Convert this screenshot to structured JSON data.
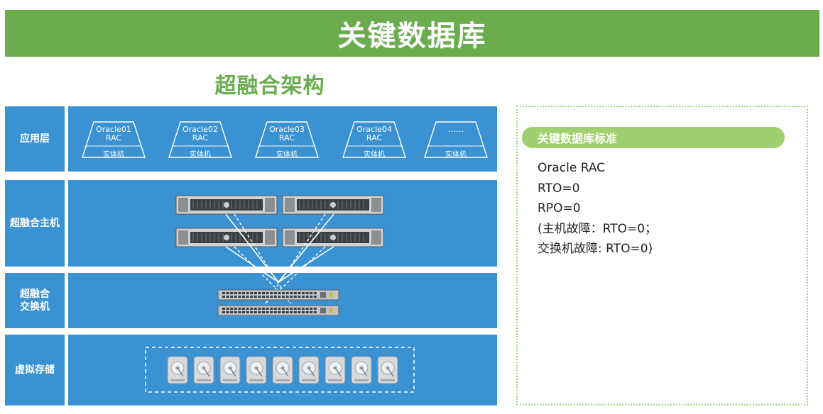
{
  "header": {
    "title": "关键数据库"
  },
  "diagram": {
    "title": "超融合架构",
    "layers": [
      {
        "id": "app",
        "label": "应用层"
      },
      {
        "id": "host",
        "label": "超融合主机"
      },
      {
        "id": "switch",
        "label": "超融合\n交换机"
      },
      {
        "id": "storage",
        "label": "虚拟存储"
      }
    ],
    "app_nodes": [
      {
        "name": "Oracle01",
        "sub": "RAC",
        "base": "实体机"
      },
      {
        "name": "Oracle02",
        "sub": "RAC",
        "base": "实体机"
      },
      {
        "name": "Oracle03",
        "sub": "RAC",
        "base": "实体机"
      },
      {
        "name": "Oracle04",
        "sub": "RAC",
        "base": "实体机"
      },
      {
        "name": "……",
        "sub": "",
        "base": "实体机"
      }
    ],
    "server_count": 4,
    "switch_count": 2,
    "disk_count": 9
  },
  "panel": {
    "title": "关键数据库标准",
    "lines": [
      "Oracle RAC",
      "RTO=0",
      "RPO=0",
      "(主机故障：RTO=0；",
      "交换机故障: RTO=0)"
    ]
  },
  "colors": {
    "banner_green": "#6aac4e",
    "layer_blue": "#3a92d3",
    "pill_green": "#9fcf6e"
  }
}
